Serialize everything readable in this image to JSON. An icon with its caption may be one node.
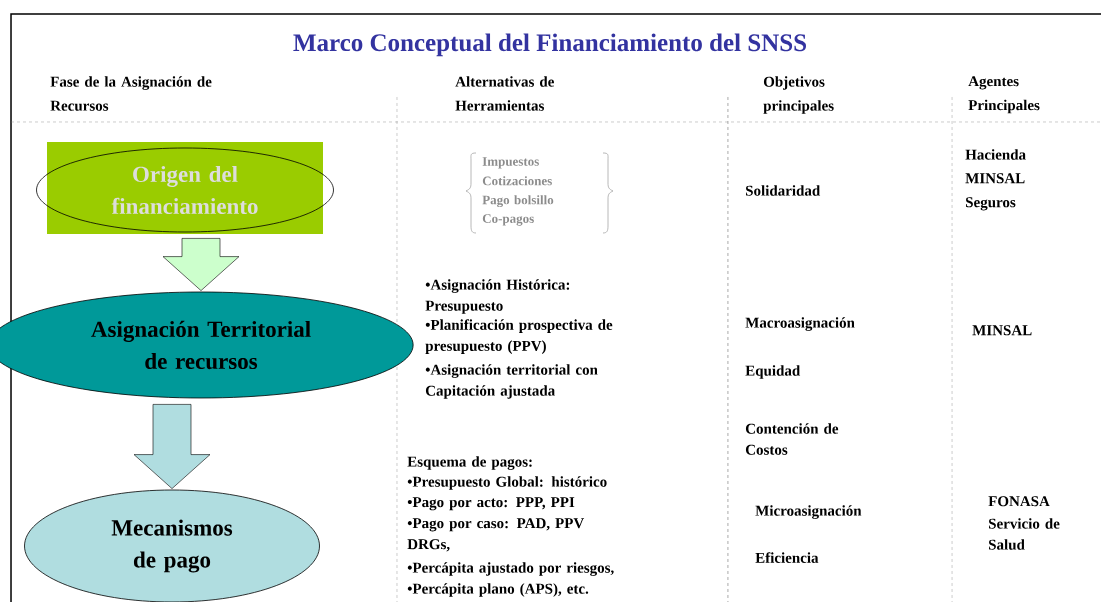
{
  "diagram": {
    "title": "Marco Conceptual del Financiamiento del SNSS",
    "nodes": [
      {
        "text": [
          "Origen del financiamiento"
        ]
      },
      {
        "text": [
          "Asignación Territorial de recursos"
        ]
      },
      {
        "text": [
          "Mecanismos de pago"
        ]
      }
    ],
    "edges": [
      {
        "from": 0,
        "to": 1,
        "arrow": "to",
        "color": "#ccffcc"
      },
      {
        "from": 1,
        "to": 2,
        "arrow": "to",
        "color": "#b0dde0"
      }
    ],
    "labels": [
      "Fase de la Asignación de Recursos",
      "Alternativas de Herramientas",
      "Objetivos principales",
      "Agentes Principales",
      "Impuestos",
      "Cotizaciones",
      "Pago bolsillo",
      "Co-pagos",
      "Solidaridad",
      "Hacienda",
      "MINSAL",
      "Seguros",
      "•Asignación Histórica: Presupuesto",
      "•Planificación prospectiva de presupuesto (PPV)",
      "•Asignación territorial con Capitación ajustada",
      "Macroasignación",
      "MINSAL",
      "Equidad",
      "Contención de Costos",
      "Esquema de pagos:",
      "•Presupuesto Global: histórico",
      "•Pago por acto: PPP, PPI",
      "•Pago por caso: PAD, PPV DRGs,",
      "•Percápita ajustado por riesgos,",
      "•Percápita plano (APS), etc.",
      "Microasignación",
      "Eficiencia",
      "FONASA",
      "Servicio de Salud"
    ]
  }
}
